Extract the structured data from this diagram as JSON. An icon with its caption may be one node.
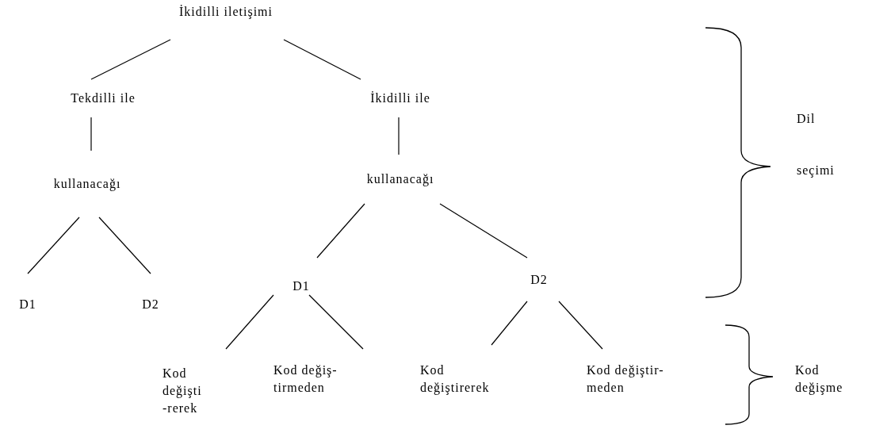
{
  "diagram": {
    "nodes": [
      {
        "text": [
          "İkidilli iletişimi"
        ]
      },
      {
        "text": [
          "Tekdilli ile"
        ]
      },
      {
        "text": [
          "kullanacağı"
        ]
      },
      {
        "text": [
          "İkidilli ile"
        ]
      },
      {
        "text": [
          "kullanacağı"
        ]
      },
      {
        "text": [
          "D1"
        ]
      },
      {
        "text": [
          "D2"
        ]
      },
      {
        "text": [
          "D1"
        ]
      },
      {
        "text": [
          "D2"
        ]
      },
      {
        "text": [
          "Kod değişti -rerek"
        ]
      },
      {
        "text": [
          "Kod değiş- tirmeden"
        ]
      },
      {
        "text": [
          "Kod değiştirerek"
        ]
      },
      {
        "text": [
          "Kod değiştir- meden"
        ]
      }
    ],
    "edges": [
      {
        "from": 0,
        "to": 1,
        "arrow": "none"
      },
      {
        "from": 0,
        "to": 3,
        "arrow": "none"
      },
      {
        "from": 1,
        "to": 2,
        "arrow": "none"
      },
      {
        "from": 3,
        "to": 4,
        "arrow": "none"
      },
      {
        "from": 2,
        "to": 5,
        "arrow": "none"
      },
      {
        "from": 2,
        "to": 6,
        "arrow": "none"
      },
      {
        "from": 4,
        "to": 7,
        "arrow": "none"
      },
      {
        "from": 4,
        "to": 8,
        "arrow": "none"
      },
      {
        "from": 7,
        "to": 9,
        "arrow": "none"
      },
      {
        "from": 7,
        "to": 10,
        "arrow": "none"
      },
      {
        "from": 8,
        "to": 11,
        "arrow": "none"
      },
      {
        "from": 8,
        "to": 12,
        "arrow": "none"
      }
    ],
    "labels": [
      "Dil",
      "seçimi",
      "Kod değişme"
    ]
  }
}
